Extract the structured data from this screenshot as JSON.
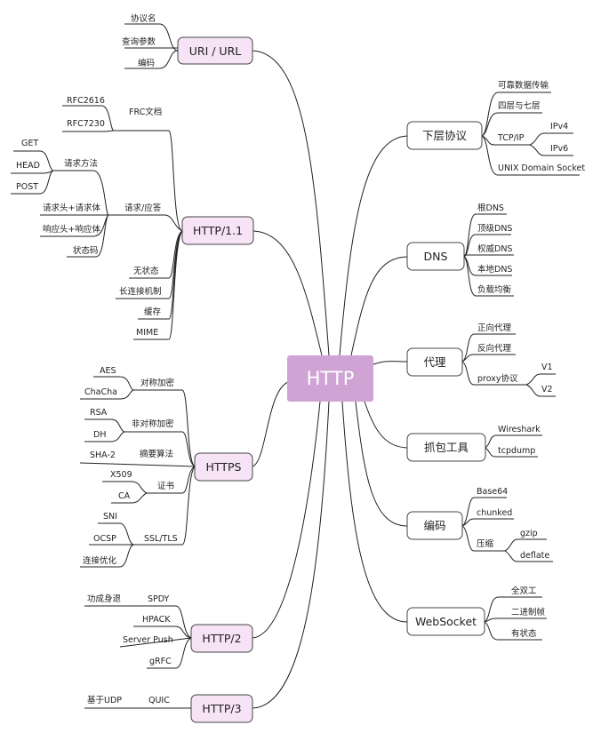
{
  "root": {
    "label": "HTTP"
  },
  "colors": {
    "root_fill": "#cfa3d4",
    "highlight_fill": "#f6e3f5",
    "line": "#222222",
    "box_stroke": "#444444"
  },
  "left": {
    "uri": {
      "label": "URI /  URL",
      "items": {
        "scheme": "协议名",
        "query": "查询参数",
        "encoding": "编码"
      }
    },
    "http11": {
      "label": "HTTP/1.1",
      "frc": {
        "label": "FRC文档",
        "items": {
          "rfc2616": "RFC2616",
          "rfc7230": "RFC7230"
        }
      },
      "reqresp": {
        "label": "请求/应答",
        "methods": {
          "label": "请求方法",
          "items": {
            "get": "GET",
            "head": "HEAD",
            "post": "POST"
          }
        },
        "req_body": "请求头+请求体",
        "resp_body": "响应头+响应体",
        "status": "状态码"
      },
      "stateless": "无状态",
      "keepalive": "长连接机制",
      "cache": "缓存",
      "mime": "MIME"
    },
    "https": {
      "label": "HTTPS",
      "sym": {
        "label": "对称加密",
        "items": {
          "aes": "AES",
          "chacha": "ChaCha"
        }
      },
      "asym": {
        "label": "非对称加密",
        "items": {
          "rsa": "RSA",
          "dh": "DH"
        }
      },
      "digest": {
        "label": "摘要算法",
        "item": "SHA-2"
      },
      "cert": {
        "label": "证书",
        "items": {
          "x509": "X509",
          "ca": "CA"
        }
      },
      "ssl": {
        "label": "SSL/TLS",
        "items": {
          "sni": "SNI",
          "ocsp": "OCSP",
          "opt": "连接优化"
        }
      }
    },
    "http2": {
      "label": "HTTP/2",
      "spdy": {
        "label": "SPDY",
        "note": "功成身退"
      },
      "hpack": "HPACK",
      "push": "Server Push",
      "grfc": "gRFC"
    },
    "http3": {
      "label": "HTTP/3",
      "quic": {
        "label": "QUIC",
        "note": "基于UDP"
      }
    }
  },
  "right": {
    "lower": {
      "label": "下层协议",
      "reliable": "可靠数据传输",
      "layers": "四层与七层",
      "tcpip": {
        "label": "TCP/IP",
        "ipv4": "IPv4",
        "ipv6": "IPv6"
      },
      "uds": "UNIX Domain Socket"
    },
    "dns": {
      "label": "DNS",
      "items": {
        "root": "根DNS",
        "tld": "顶级DNS",
        "auth": "权威DNS",
        "local": "本地DNS",
        "lb": "负载均衡"
      }
    },
    "proxy": {
      "label": "代理",
      "forward": "正向代理",
      "reverse": "反向代理",
      "protocol": {
        "label": "proxy协议",
        "v1": "V1",
        "v2": "V2"
      }
    },
    "capture": {
      "label": "抓包工具",
      "items": {
        "wireshark": "Wireshark",
        "tcpdump": "tcpdump"
      }
    },
    "encoding": {
      "label": "编码",
      "base64": "Base64",
      "chunked": "chunked",
      "compress": {
        "label": "压缩",
        "gzip": "gzip",
        "deflate": "deflate"
      }
    },
    "websocket": {
      "label": "WebSocket",
      "items": {
        "fullduplex": "全双工",
        "binary": "二进制帧",
        "stateful": "有状态"
      }
    }
  }
}
